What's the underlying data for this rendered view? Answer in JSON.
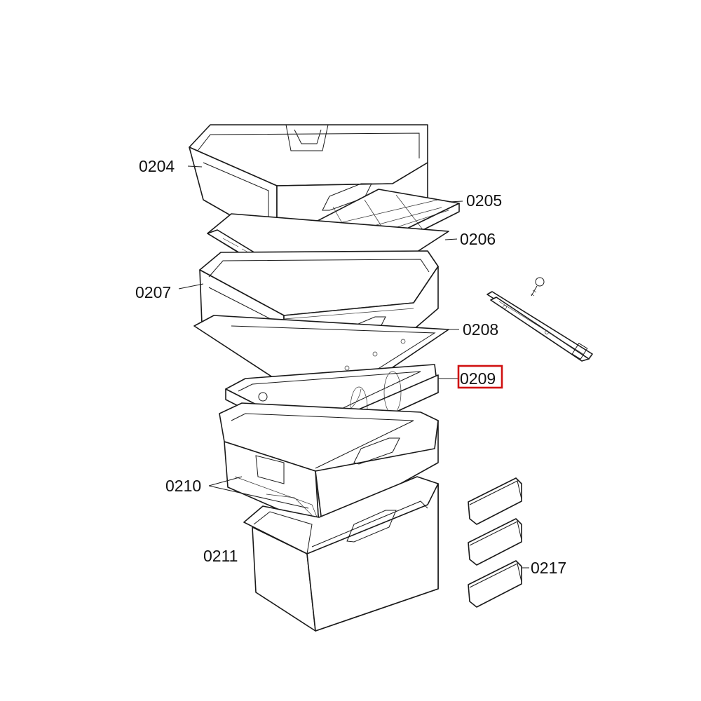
{
  "parts": [
    {
      "id": "p0204",
      "number": "0204",
      "highlighted": false
    },
    {
      "id": "p0205",
      "number": "0205",
      "highlighted": false
    },
    {
      "id": "p0206",
      "number": "0206",
      "highlighted": false
    },
    {
      "id": "p0207",
      "number": "0207",
      "highlighted": false
    },
    {
      "id": "p0208",
      "number": "0208",
      "highlighted": false
    },
    {
      "id": "p0209",
      "number": "0209",
      "highlighted": true
    },
    {
      "id": "p0210",
      "number": "0210",
      "highlighted": false
    },
    {
      "id": "p0211",
      "number": "0211",
      "highlighted": false
    },
    {
      "id": "p0217",
      "number": "0217",
      "highlighted": false
    }
  ],
  "colors": {
    "line": "#1a1a1a",
    "highlight": "#d01010",
    "background": "#ffffff"
  }
}
